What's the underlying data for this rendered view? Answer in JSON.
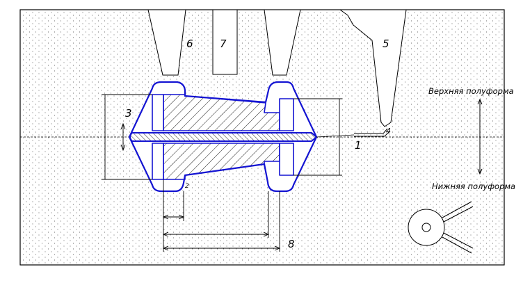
{
  "diagram": {
    "title": "",
    "colors": {
      "outline": "#000000",
      "part": "#1414d2",
      "background": "#ffffff"
    },
    "labels": {
      "upper_mold_half": "Верхняя полуформа",
      "lower_mold_half": "Нижняя полуформа"
    },
    "callouts": [
      "1",
      "2",
      "3",
      "4",
      "5",
      "6",
      "7",
      "8"
    ],
    "icons": [
      "sprue-cup-icon"
    ]
  }
}
